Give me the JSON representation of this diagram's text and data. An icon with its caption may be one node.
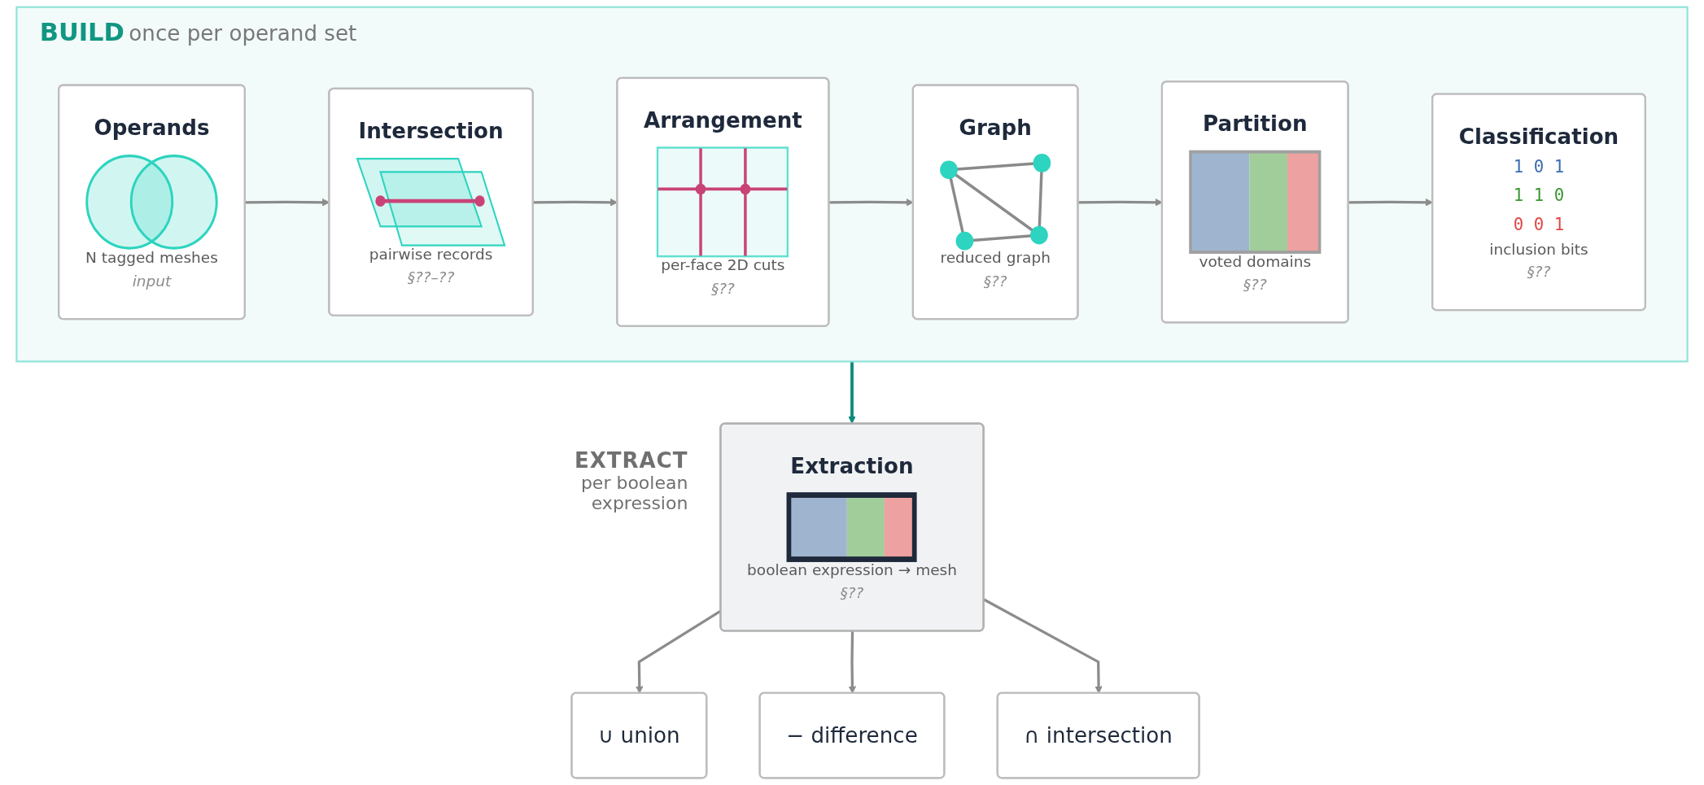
{
  "diagram": {
    "nodes": [
      {
        "text": [
          "BUILD",
          "once per operand set"
        ]
      },
      {
        "text": [
          "Operands",
          "N tagged meshes",
          "input"
        ],
        "in": 0
      },
      {
        "text": [
          "Intersection",
          "pairwise records",
          "§??–??"
        ],
        "in": 0
      },
      {
        "text": [
          "Arrangement",
          "per-face 2D cuts",
          "§??"
        ],
        "in": 0
      },
      {
        "text": [
          "Graph",
          "reduced graph",
          "§??"
        ],
        "in": 0
      },
      {
        "text": [
          "Partition",
          "voted domains",
          "§??"
        ],
        "in": 0
      },
      {
        "text": [
          "Classification",
          "1 0 1",
          "1 1 0",
          "0 0 1",
          "inclusion bits",
          "§??"
        ],
        "in": 0
      },
      {
        "text": [
          "Extraction",
          "boolean expression → mesh",
          "§??"
        ],
        "beside": [
          "EXTRACT",
          "per boolean expression"
        ]
      },
      {
        "text": [
          "∪ union"
        ]
      },
      {
        "text": [
          "− difference"
        ]
      },
      {
        "text": [
          "∩ intersection"
        ]
      }
    ],
    "edges": [
      {
        "from": 1,
        "to": 2,
        "arrow": "to"
      },
      {
        "from": 2,
        "to": 3,
        "arrow": "to"
      },
      {
        "from": 3,
        "to": 4,
        "arrow": "to"
      },
      {
        "from": 4,
        "to": 5,
        "arrow": "to"
      },
      {
        "from": 5,
        "to": 6,
        "arrow": "to"
      },
      {
        "from": 0,
        "to": 7,
        "arrow": "to",
        "color": "#0f8a7a"
      },
      {
        "from": 7,
        "to": 8,
        "arrow": "to"
      },
      {
        "from": 7,
        "to": 9,
        "arrow": "to"
      },
      {
        "from": 7,
        "to": 10,
        "arrow": "to"
      }
    ]
  }
}
